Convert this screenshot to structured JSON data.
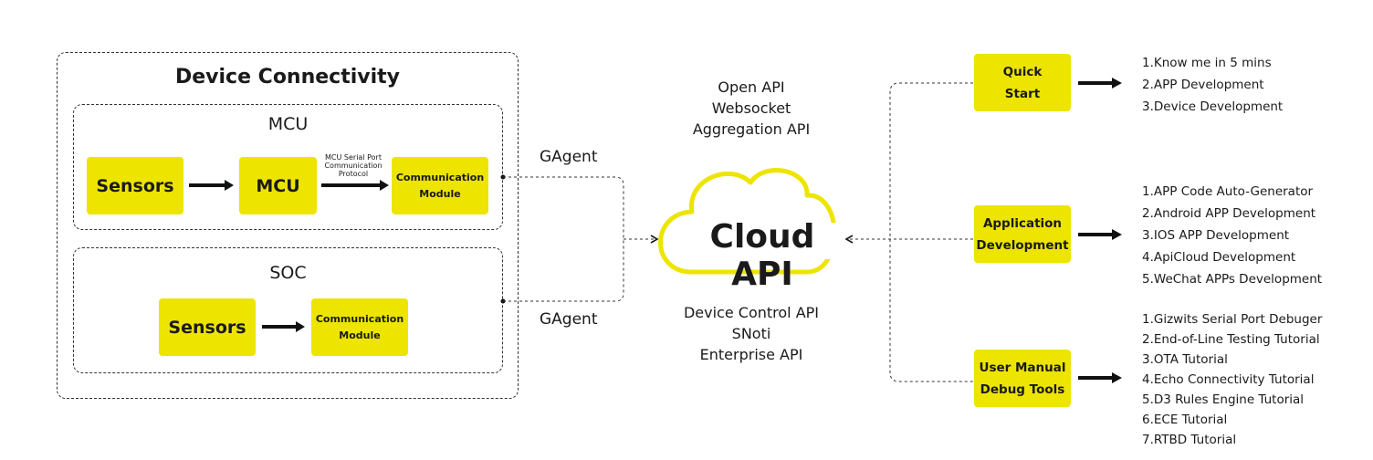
{
  "device": {
    "title": "Device Connectivity",
    "mcu_group": {
      "title": "MCU",
      "sensors": "Sensors",
      "mcu": "MCU",
      "protocol_label": "MCU Serial Port\nCommunication\nProtocol",
      "comm_module": "Communication\nModule"
    },
    "soc_group": {
      "title": "SOC",
      "sensors": "Sensors",
      "comm_module": "Communication\nModule"
    }
  },
  "gagent_top": "GAgent",
  "gagent_bottom": "GAgent",
  "cloud": {
    "label": "Cloud API",
    "apis_top": "Open API\nWebsocket\nAggregation API",
    "apis_bottom": "Device Control API\nSNoti\nEnterprise API"
  },
  "quick_start": {
    "label": "Quick\nStart",
    "items": [
      "1.Know me in 5 mins",
      "2.APP Development",
      "3.Device Development"
    ]
  },
  "app_dev": {
    "label": "Application\nDevelopment",
    "items": [
      "1.APP Code Auto-Generator",
      "2.Android APP Development",
      "3.IOS APP Development",
      "4.ApiCloud Development",
      "5.WeChat APPs Development"
    ]
  },
  "manual": {
    "label": "User Manual\nDebug Tools",
    "items": [
      "1.Gizwits Serial Port Debuger",
      "2.End-of-Line Testing Tutorial",
      "3.OTA Tutorial",
      "4.Echo Connectivity Tutorial",
      "5.D3 Rules Engine Tutorial",
      "6.ECE Tutorial",
      "7.RTBD Tutorial"
    ]
  },
  "colors": {
    "accent": "#ede400",
    "text": "#1a1a1a",
    "cloud_stroke": "#ede400"
  }
}
